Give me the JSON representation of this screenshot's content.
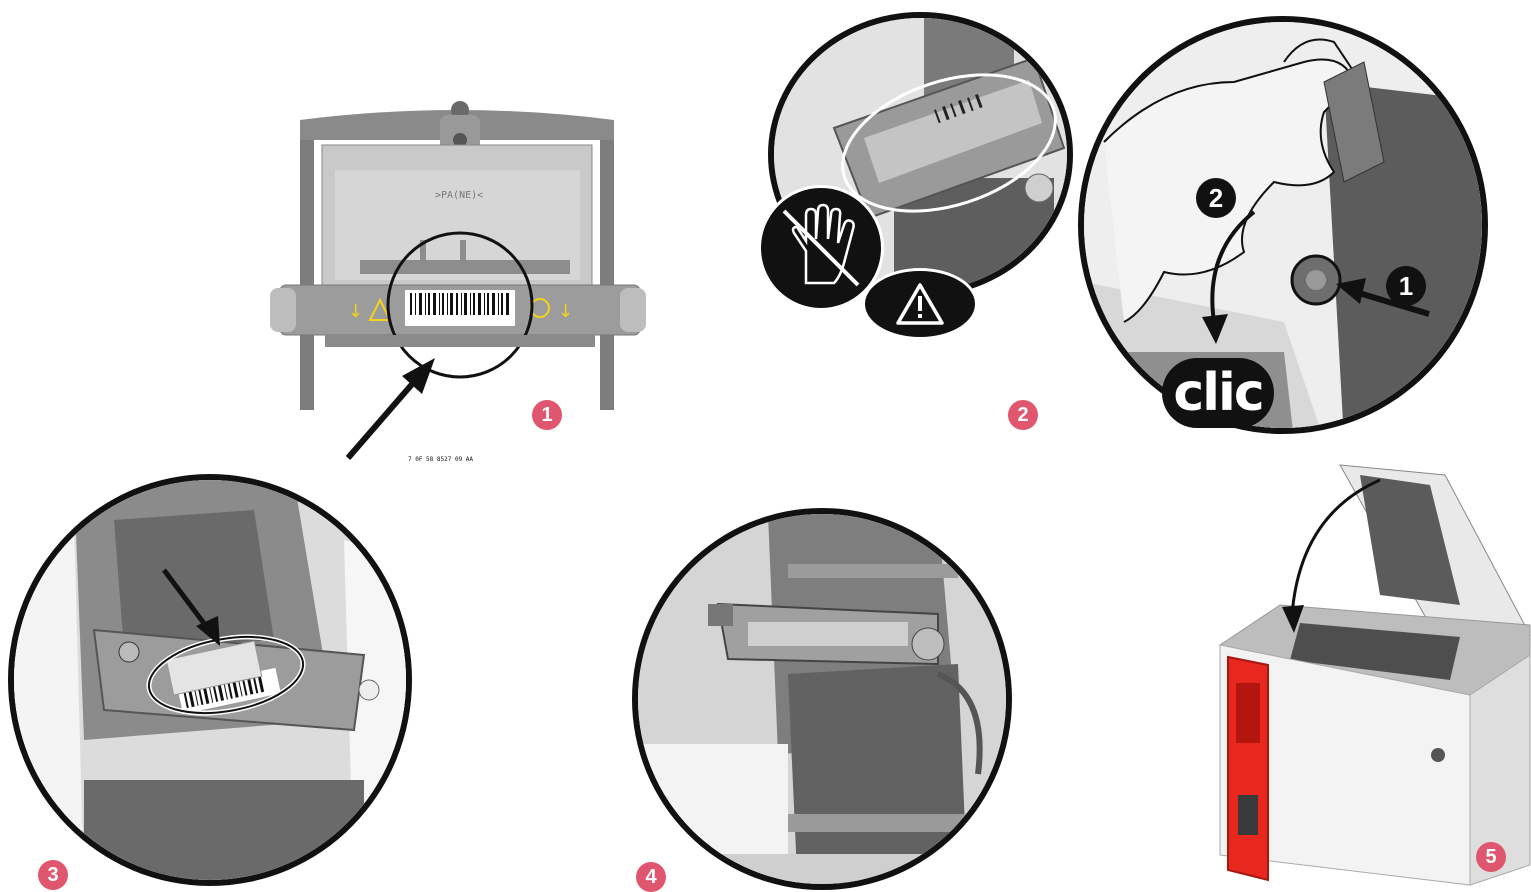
{
  "steps": [
    {
      "number": "1"
    },
    {
      "number": "2"
    },
    {
      "number": "3"
    },
    {
      "number": "4"
    },
    {
      "number": "5"
    }
  ],
  "callouts": {
    "press_one": "1",
    "swing_two": "2",
    "clic": "clic"
  },
  "labels": {
    "printhead_text": ">PA(NE)<",
    "barcode_text": "7 0F 58 8527 09 AA"
  },
  "icons": [
    "no-hand-icon",
    "warning-icon",
    "arrow-icon",
    "barcode-icon",
    "printer-icon"
  ],
  "colors": {
    "step_number": "#e0566f",
    "outline": "#111111",
    "printer_red": "#e8271e",
    "warning_yellow": "#f2d21b"
  }
}
